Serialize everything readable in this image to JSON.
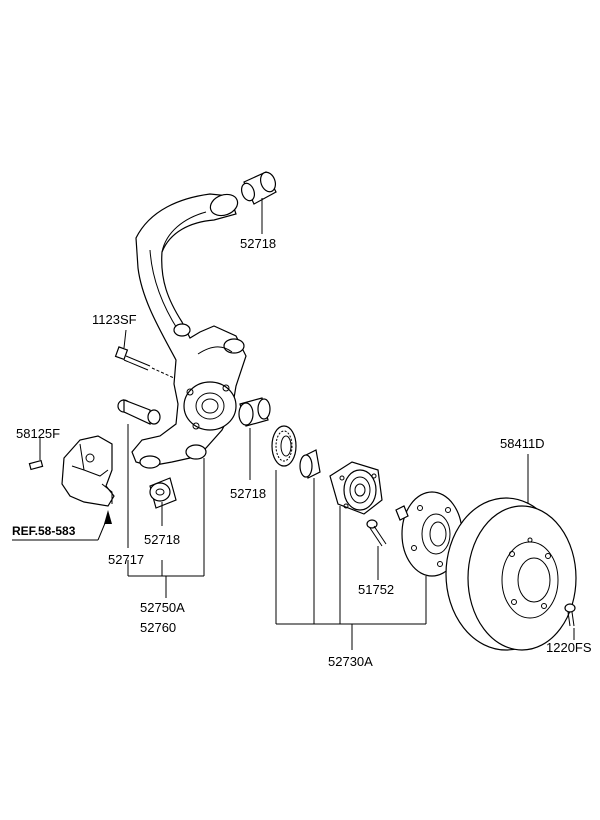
{
  "labels": {
    "p52718_top": "52718",
    "p1123SF": "1123SF",
    "p58125F": "58125F",
    "pREF": "REF.58-583",
    "p52718_mid": "52718",
    "p52718_low": "52718",
    "p52717": "52717",
    "p52750A": "52750A",
    "p52760": "52760",
    "p58411D": "58411D",
    "p51752": "51752",
    "p52730A": "52730A",
    "p1220FS": "1220FS"
  }
}
